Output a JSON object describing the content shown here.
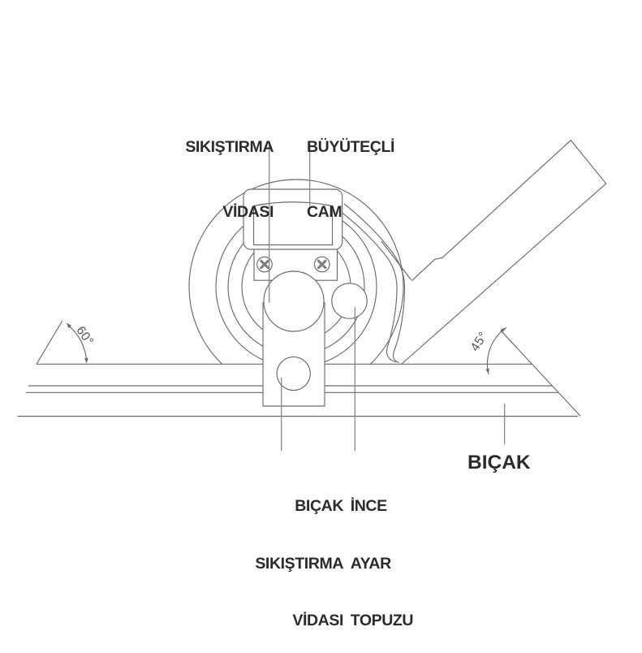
{
  "diagram": {
    "subject": "universal-bevel-protractor",
    "labels": {
      "clamp_screw": [
        "SIKIŞTIRMA",
        "VİDASI"
      ],
      "magnifier_glass": [
        "BÜYÜTEÇLİ",
        "CAM"
      ],
      "blade_clamp_screw": [
        "BIÇAK",
        "SIKIŞTIRMA",
        "VİDASI"
      ],
      "fine_adjustment_knob": [
        "İNCE",
        "AYAR",
        "TOPUZU"
      ],
      "blade": "BIÇAK"
    },
    "angle_dimensions": {
      "left": "60°",
      "right": "45°"
    },
    "colors": {
      "line": "#6a6a6a",
      "leader": "#7f7f7f",
      "label_text": "#2b2b2d",
      "dimension_text": "#555555",
      "background": "#ffffff"
    }
  }
}
